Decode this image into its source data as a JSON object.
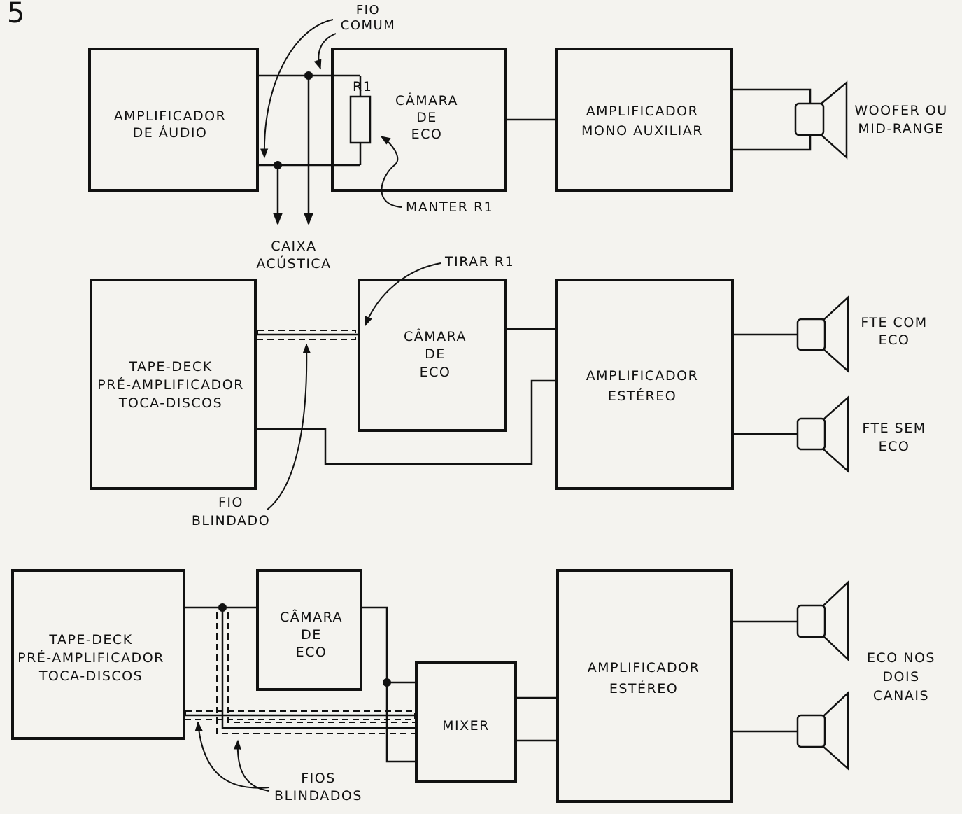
{
  "figure_number": "5",
  "diagram1": {
    "amp_audio": [
      "AMPLIFICADOR",
      "DE ÁUDIO"
    ],
    "camara": [
      "CÂMARA",
      "DE",
      "ECO"
    ],
    "r1": "R1",
    "amp_mono": [
      "AMPLIFICADOR",
      "MONO AUXILIAR"
    ],
    "speaker_label": [
      "WOOFER OU",
      "MID-RANGE"
    ],
    "fio_comum": [
      "FIO",
      "COMUM"
    ],
    "manter_r1": "MANTER R1",
    "caixa_acustica": [
      "CAIXA",
      "ACÚSTICA"
    ]
  },
  "diagram2": {
    "source": [
      "TAPE-DECK",
      "PRÉ-AMPLIFICADOR",
      "TOCA-DISCOS"
    ],
    "camara": [
      "CÂMARA",
      "DE",
      "ECO"
    ],
    "tirar_r1": "TIRAR R1",
    "amp_estereo": [
      "AMPLIFICADOR",
      "ESTÉREO"
    ],
    "spk_com_eco": [
      "FTE COM",
      "ECO"
    ],
    "spk_sem_eco": [
      "FTE SEM",
      "ECO"
    ],
    "fio_blindado": [
      "FIO",
      "BLINDADO"
    ]
  },
  "diagram3": {
    "source": [
      "TAPE-DECK",
      "PRÉ-AMPLIFICADOR",
      "TOCA-DISCOS"
    ],
    "camara": [
      "CÂMARA",
      "DE",
      "ECO"
    ],
    "mixer": "MIXER",
    "amp_estereo": [
      "AMPLIFICADOR",
      "ESTÉREO"
    ],
    "eco_canais": [
      "ECO NOS",
      "DOIS",
      "CANAIS"
    ],
    "fios_blindados": [
      "FIOS",
      "BLINDADOS"
    ]
  }
}
